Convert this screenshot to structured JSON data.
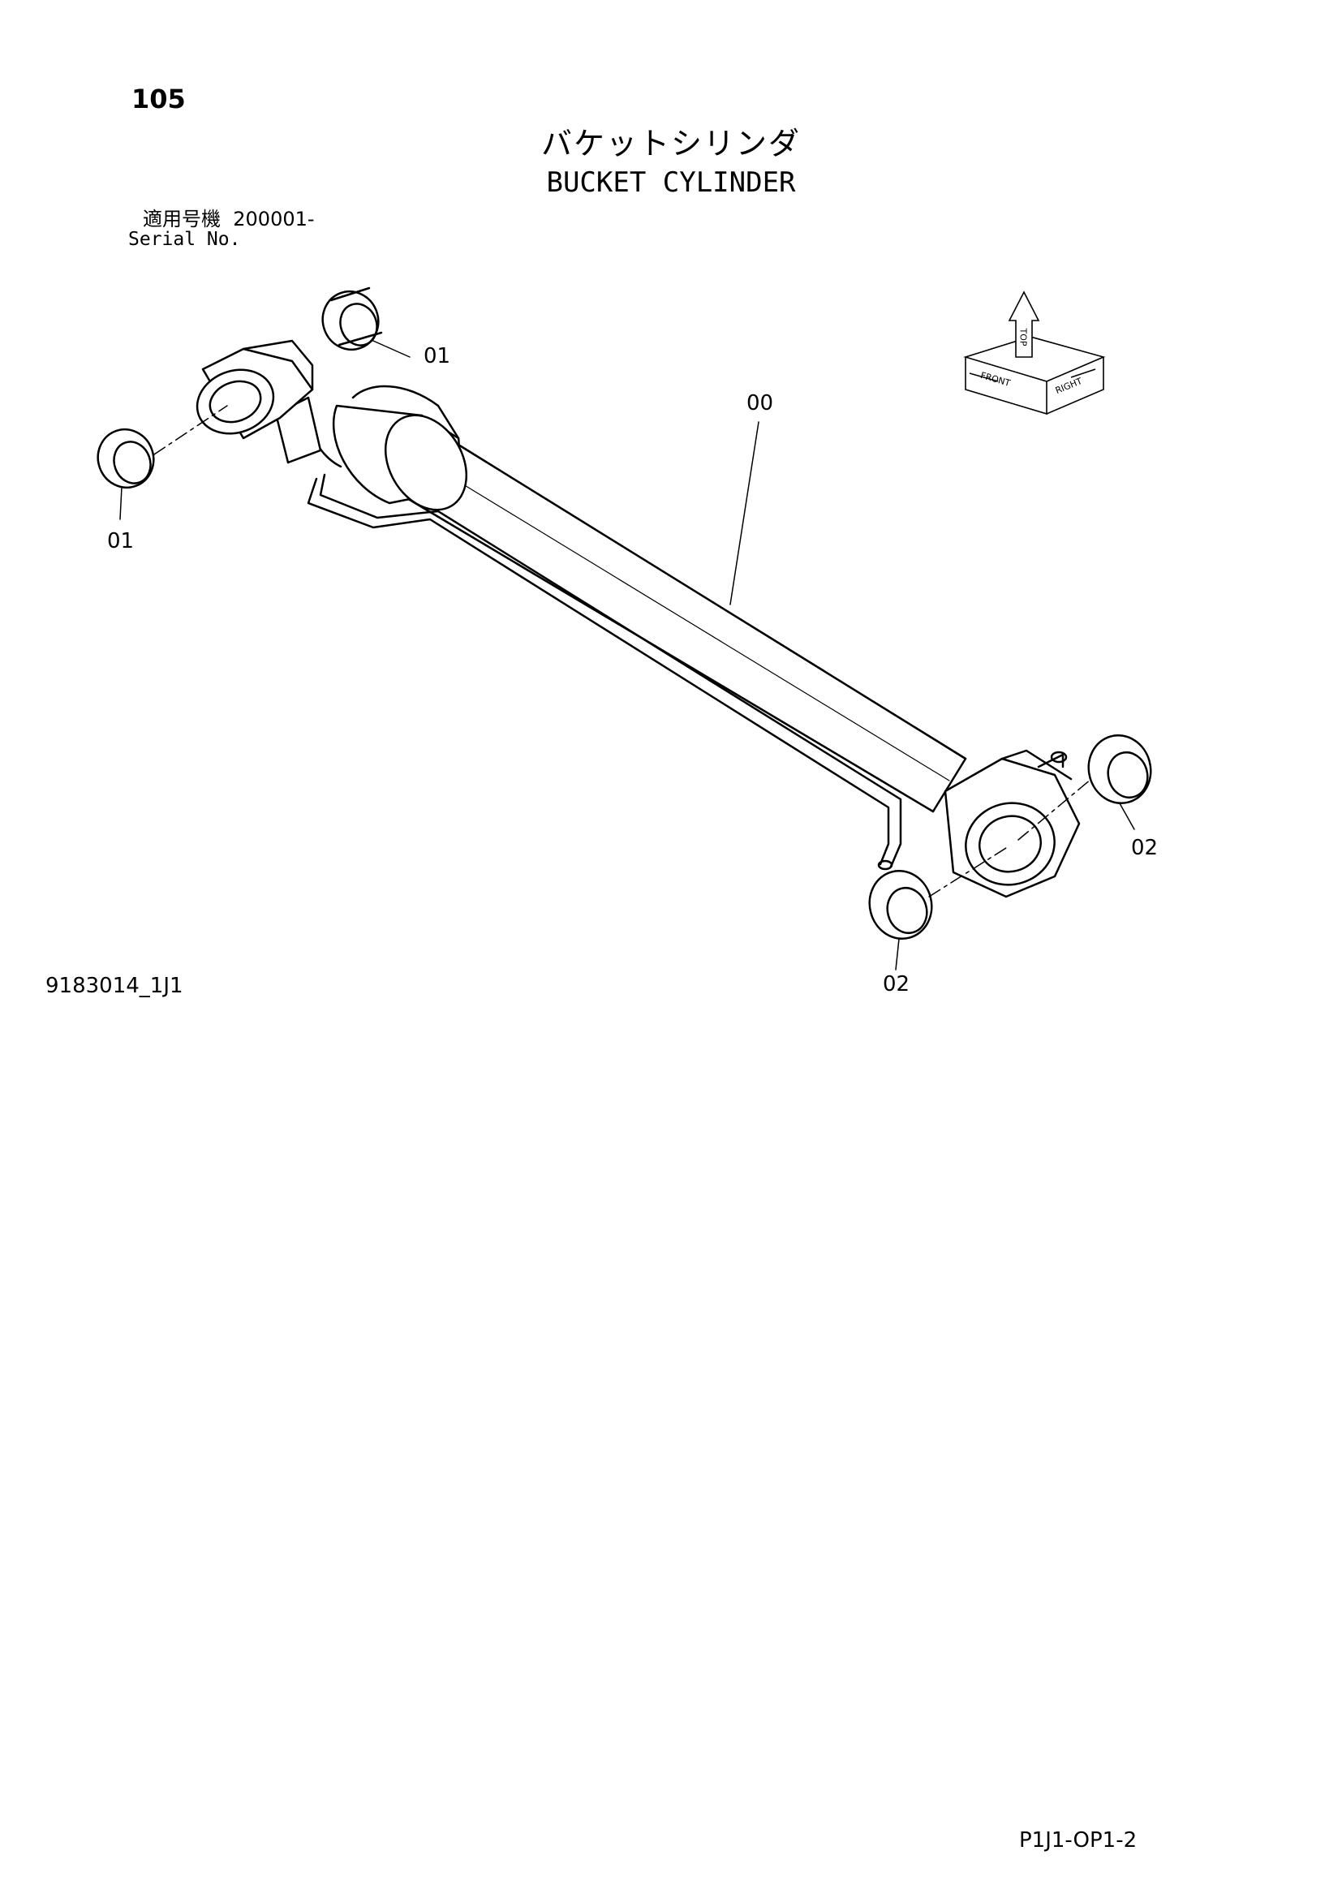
{
  "page_number": "105",
  "title_jp": "バケットシリンダ",
  "title_en": "BUCKET CYLINDER",
  "serial_label_jp": "適用号機",
  "serial_value": "200001-",
  "serial_label_en": "Serial No.",
  "callouts": {
    "cylinder": "00",
    "bushing_top_upper": "01",
    "bushing_top_lower": "01",
    "bushing_bottom_right": "02",
    "bushing_bottom_lower": "02"
  },
  "orientation_labels": {
    "front": "FRONT",
    "right": "RIGHT",
    "top": "TOP"
  },
  "drawing_code": "9183014_1J1",
  "page_code": "P1J1-OP1-2"
}
